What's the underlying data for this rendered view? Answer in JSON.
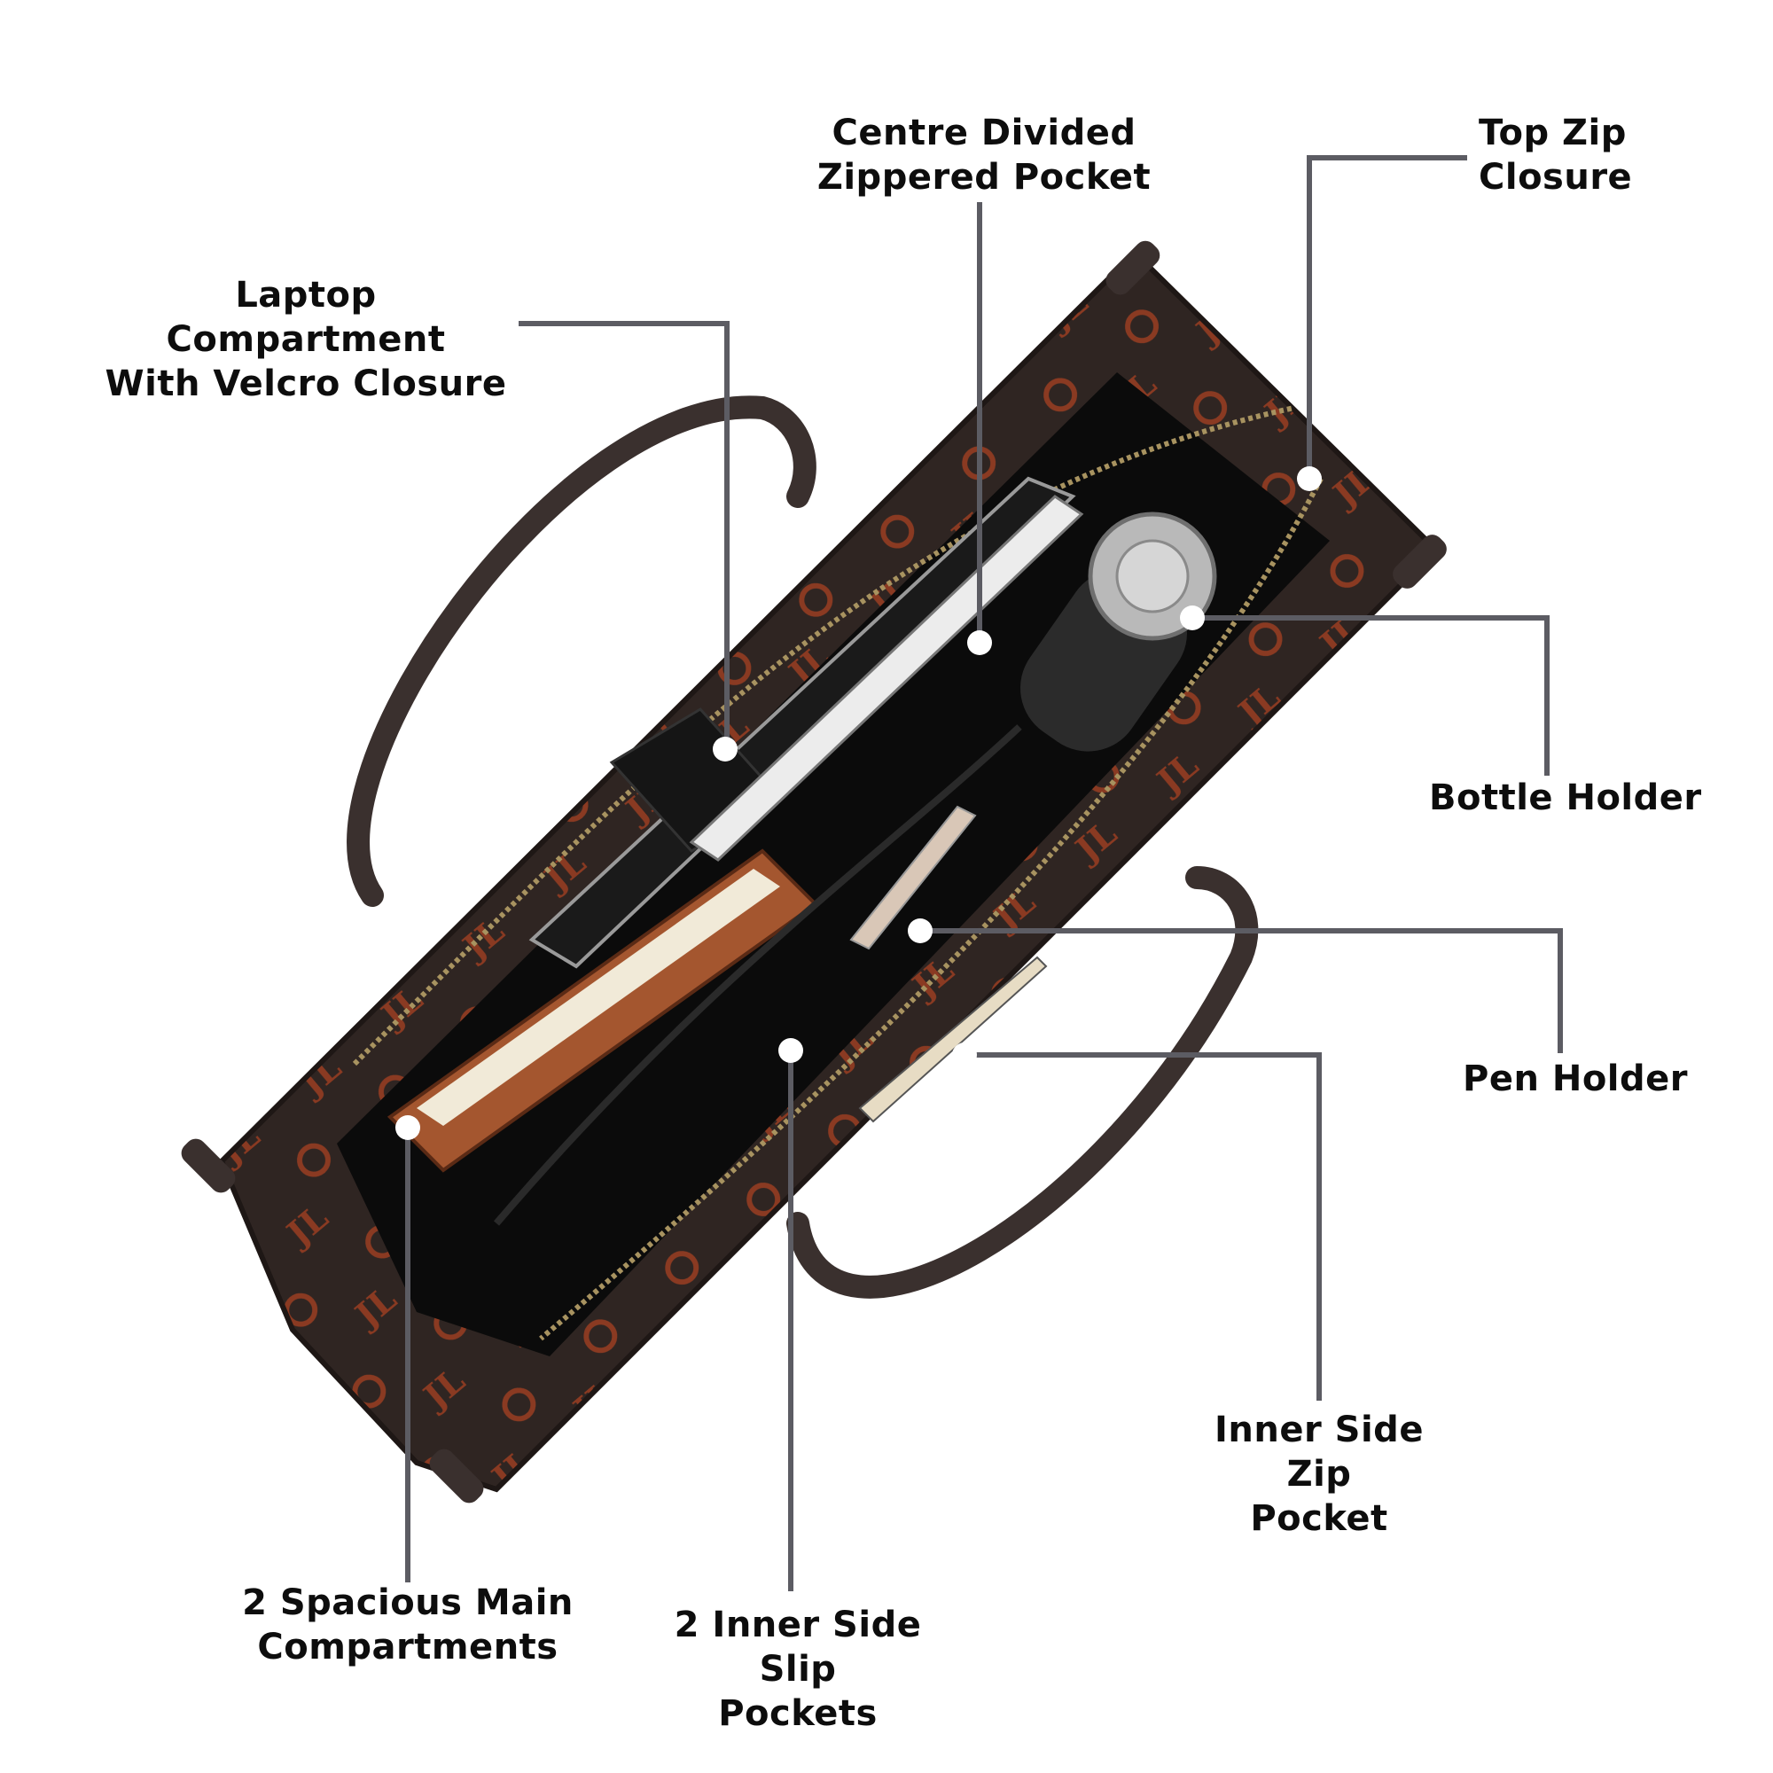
{
  "colors": {
    "leader_line": "#5c5c63",
    "dot": "#ffffff",
    "bag_leather": "#2f2522",
    "bag_pattern": "#8a3a22",
    "lining": "#0b0b0b",
    "zipper": "#a89360"
  },
  "labels": {
    "centre_divided": "Centre Divided\nZippered Pocket",
    "top_zip": "Top Zip\nClosure",
    "laptop_compartment": "Laptop Compartment\nWith Velcro Closure",
    "bottle_holder": "Bottle Holder",
    "pen_holder": "Pen Holder",
    "inner_side_zip": "Inner Side\nZip Pocket",
    "main_compartments": "2 Spacious Main\nCompartments",
    "slip_pockets": "2 Inner Side\nSlip Pockets"
  }
}
